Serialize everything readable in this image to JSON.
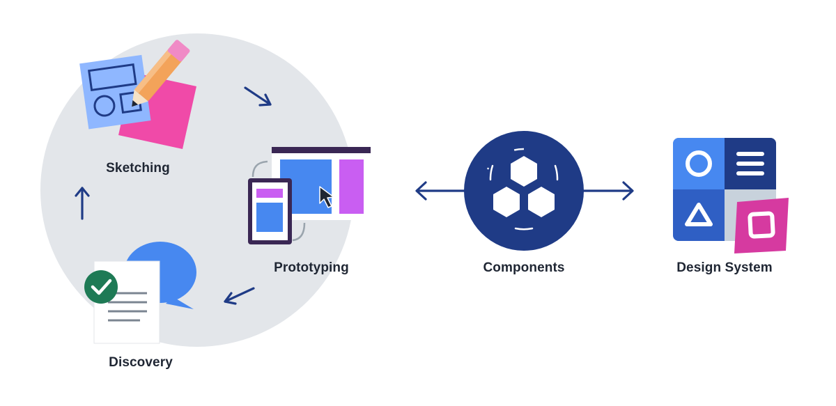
{
  "labels": {
    "sketching": "Sketching",
    "prototyping": "Prototyping",
    "discovery": "Discovery",
    "components": "Components",
    "design_system": "Design System"
  },
  "icons": {
    "sketching": "pencil-sketch-icon",
    "prototyping": "prototype-screens-icon",
    "discovery": "document-chat-icon",
    "components": "hexagon-components-icon",
    "design_system": "design-system-grid-icon"
  },
  "colors": {
    "cycle_circle": "#e3e6ea",
    "navy": "#1f3b86",
    "blue": "#4788f0",
    "light_blue": "#8fb7ff",
    "pink": "#f04aa8",
    "magenta": "#d63aa0",
    "purple": "#c95ef2",
    "orange": "#f3a35a",
    "green": "#1e7a55",
    "dark_screen": "#3a2754"
  }
}
